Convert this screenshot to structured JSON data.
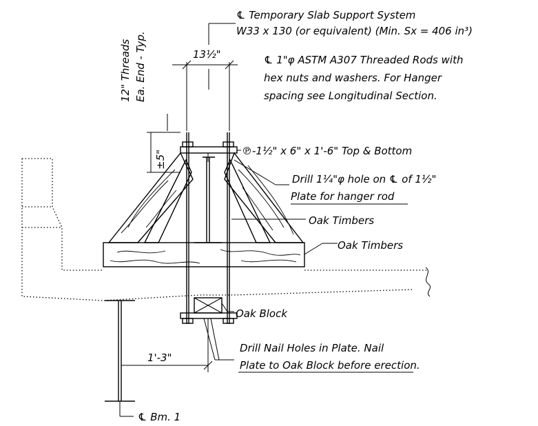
{
  "title_lines": {
    "line1": "℄ Temporary Slab Support System",
    "line2": "W33 x 130 (or equivalent) (Min. Sx = 406 in³)"
  },
  "rod_note": {
    "line1": "℄ 1\"φ ASTM A307 Threaded Rods with",
    "line2": "hex nuts and washers.  For Hanger",
    "line3": "spacing see Longitudinal Section."
  },
  "threads_note": {
    "line1": "12\" Threads",
    "line2": "Ea. End - Typ."
  },
  "dimensions": {
    "rod_spacing": "13½\"",
    "plus_minus": "±5\"",
    "offset": "1'-3\""
  },
  "plate_note": "℗-1½\" x 6\" x 1'-6\" Top & Bottom",
  "drill_note": {
    "line1": "Drill 1¼\"φ hole on ℄ of 1½\"",
    "line2": "Plate for hanger rod"
  },
  "oak_timbers_1": "Oak Timbers",
  "oak_timbers_2": "Oak Timbers",
  "oak_block": "Oak Block",
  "nail_note": {
    "line1": "Drill Nail Holes in Plate.  Nail",
    "line2": "Plate to Oak Block before erection."
  },
  "beam_label": "℄ Bm. 1"
}
